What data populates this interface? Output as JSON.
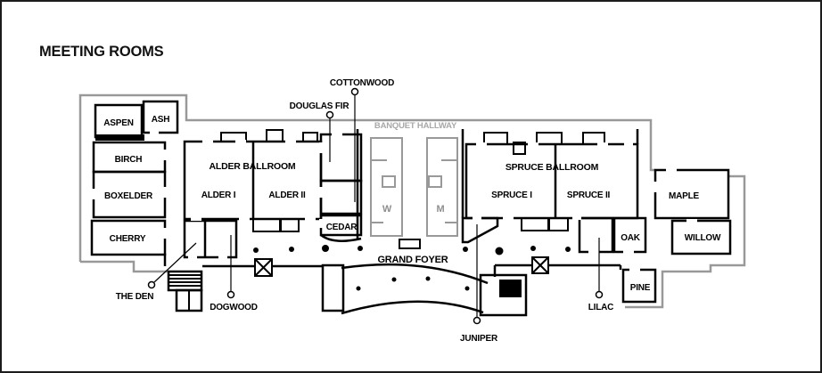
{
  "title": "MEETING ROOMS",
  "rooms": {
    "aspen": "ASPEN",
    "ash": "ASH",
    "birch": "BIRCH",
    "boxelder": "BOXELDER",
    "cherry": "CHERRY",
    "alder_ballroom": "ALDER BALLROOM",
    "alder1": "ALDER I",
    "alder2": "ALDER II",
    "cedar": "CEDAR",
    "spruce_ballroom": "SPRUCE BALLROOM",
    "spruce1": "SPRUCE I",
    "spruce2": "SPRUCE II",
    "maple": "MAPLE",
    "willow": "WILLOW",
    "oak": "OAK",
    "pine": "PINE"
  },
  "callouts": {
    "cottonwood": "COTTONWOOD",
    "douglas_fir": "DOUGLAS FIR",
    "the_den": "THE DEN",
    "dogwood": "DOGWOOD",
    "juniper": "JUNIPER",
    "lilac": "LILAC"
  },
  "areas": {
    "banquet_hallway": "BANQUET HALLWAY",
    "grand_foyer": "GRAND FOYER",
    "restroom_women": "W",
    "restroom_men": "M"
  },
  "colors": {
    "wall": "#000000",
    "outer_boundary": "#999999",
    "hallway_text": "#a8a8a8",
    "restroom_text": "#8f8f8f"
  }
}
